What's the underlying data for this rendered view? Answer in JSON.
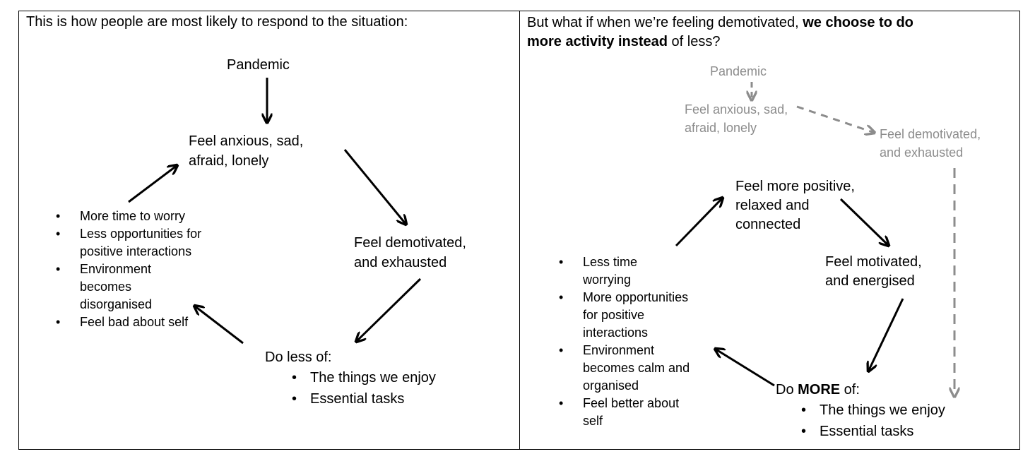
{
  "left": {
    "intro": "This is how people are most likely to respond to the situation:",
    "pandemic": "Pandemic",
    "anxious_1": "Feel anxious, sad,",
    "anxious_2": "afraid, lonely",
    "demot_1": "Feel demotivated,",
    "demot_2": "and exhausted",
    "do_less": "Do less of:",
    "do_items": [
      "The things we enjoy",
      "Essential tasks"
    ],
    "consequences": [
      "More time to worry",
      "Less opportunities for positive interactions",
      "Environment becomes disorganised",
      "Feel bad about self"
    ]
  },
  "right": {
    "intro_plain": "But what if when we’re feeling demotivated, ",
    "intro_bold_1": "we choose to do",
    "intro_bold_2": "more activity instead",
    "intro_end": " of less?",
    "pandemic": "Pandemic",
    "anxious_1": "Feel anxious, sad,",
    "anxious_2": "afraid, lonely",
    "demot_1": "Feel demotivated,",
    "demot_2": "and exhausted",
    "positive_1": "Feel more positive,",
    "positive_2": "relaxed and",
    "positive_3": "connected",
    "motivated_1": "Feel motivated,",
    "motivated_2": "and energised",
    "do_prefix": "Do ",
    "do_bold": "MORE",
    "do_suffix": " of:",
    "do_items": [
      "The things we enjoy",
      "Essential tasks"
    ],
    "consequences": [
      "Less time worrying",
      "More opportunities for positive interactions",
      "Environment becomes calm and organised",
      "Feel better about self"
    ]
  },
  "colors": {
    "text": "#000000",
    "faded": "#8c8c8c",
    "border": "#000000"
  }
}
